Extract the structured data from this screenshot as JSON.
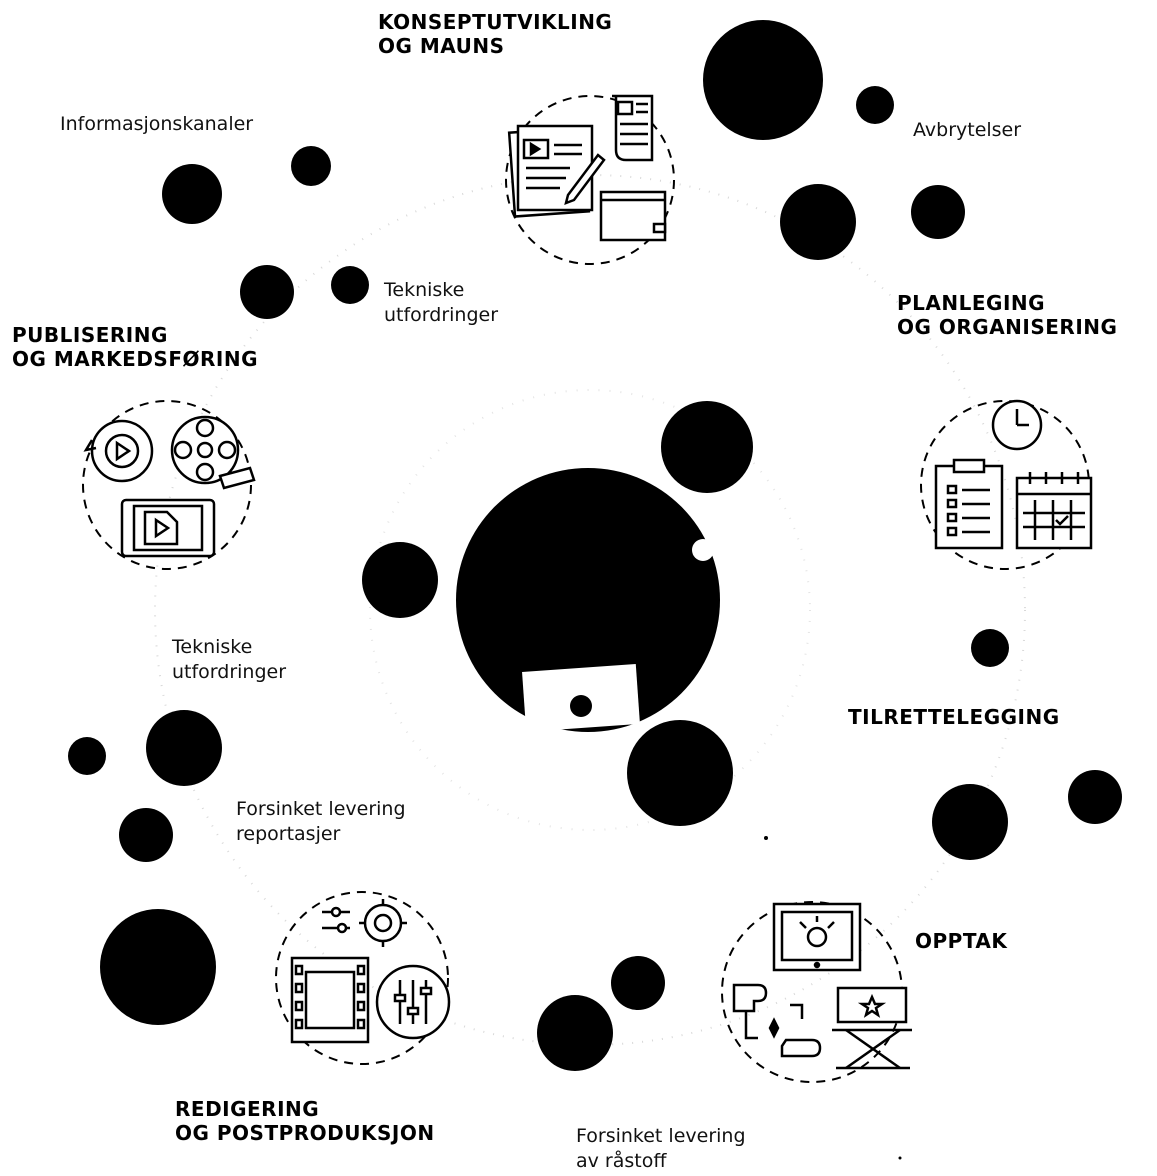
{
  "stages": {
    "concept": "KONSEPTUTVIKLING\nOG MAUNS",
    "planning": "PLANLEGING\nOG ORGANISERING",
    "facilitation": "TILRETTELEGGING",
    "recording": "OPPTAK",
    "editing": "REDIGERING\nOG POSTPRODUKSJON",
    "publishing": "PUBLISERING\nOG MARKEDSFØRING"
  },
  "issues": {
    "interruptions": "Avbrytelser",
    "info_channels": "Informasjonskanaler",
    "technical_top": "Tekniske\nutfordringer",
    "technical_left": "Tekniske\nutfordringer",
    "delayed_reports": "Forsinket levering\nreportasjer",
    "delayed_raw": "Forsinket levering\nav råstoff"
  },
  "colors": {
    "ink": "#000000",
    "background": "#ffffff",
    "ring": "#d8d8d8"
  },
  "icons": [
    "document-video-icon",
    "clock-icon",
    "clipboard-checklist-icon",
    "calendar-icon",
    "screen-icon",
    "hands-frame-icon",
    "director-chair-icon",
    "film-strip-icon",
    "gear-icon",
    "sliders-icon",
    "cycle-play-icon",
    "film-reel-icon",
    "tablet-play-icon"
  ]
}
